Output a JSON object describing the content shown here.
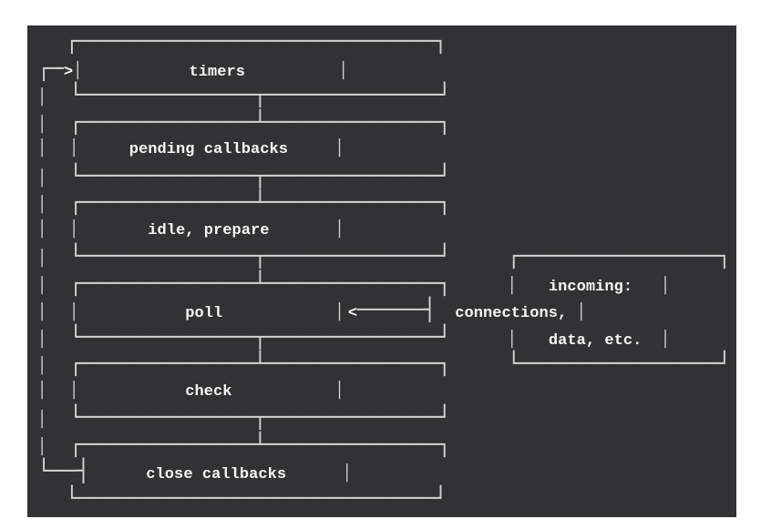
{
  "colors": {
    "page_background": "#ffffff",
    "panel_background": "#323234",
    "line_color": "#d2d2d0",
    "text_color": "#f7f7f5"
  },
  "diagram": {
    "description_labels": {
      "phase_1": "timers",
      "phase_2": "pending callbacks",
      "phase_3": "idle, prepare",
      "phase_4": "poll",
      "phase_5": "check",
      "phase_6": "close callbacks",
      "side_box_line_1": "incoming:",
      "side_box_line_2": "connections,",
      "side_box_line_3": "data, etc."
    },
    "lines": [
      [
        [
          "t",
          "   "
        ],
        [
          "b",
          "┌───────────────────────────┐"
        ]
      ],
      [
        [
          "b",
          "┌─"
        ],
        [
          "t",
          ">"
        ],
        [
          "v",
          "│"
        ],
        [
          "t",
          "           timers          "
        ],
        [
          "v",
          "│"
        ]
      ],
      [
        [
          "v",
          "│"
        ],
        [
          "t",
          "  "
        ],
        [
          "b",
          "└─────────────┬─────────────┘"
        ]
      ],
      [
        [
          "v",
          "│"
        ],
        [
          "t",
          "  "
        ],
        [
          "b",
          "┌─────────────┴─────────────┐"
        ]
      ],
      [
        [
          "v",
          "│"
        ],
        [
          "t",
          "  "
        ],
        [
          "v",
          "│"
        ],
        [
          "t",
          "     pending callbacks     "
        ],
        [
          "v",
          "│"
        ]
      ],
      [
        [
          "v",
          "│"
        ],
        [
          "t",
          "  "
        ],
        [
          "b",
          "└─────────────┬─────────────┘"
        ]
      ],
      [
        [
          "v",
          "│"
        ],
        [
          "t",
          "  "
        ],
        [
          "b",
          "┌─────────────┴─────────────┐"
        ]
      ],
      [
        [
          "v",
          "│"
        ],
        [
          "t",
          "  "
        ],
        [
          "v",
          "│"
        ],
        [
          "t",
          "       idle, prepare       "
        ],
        [
          "v",
          "│"
        ]
      ],
      [
        [
          "v",
          "│"
        ],
        [
          "t",
          "  "
        ],
        [
          "b",
          "└─────────────┬─────────────┘"
        ],
        [
          "t",
          "      "
        ],
        [
          "b",
          "┌───────────────┐"
        ]
      ],
      [
        [
          "v",
          "│"
        ],
        [
          "t",
          "  "
        ],
        [
          "b",
          "┌─────────────┴─────────────┐"
        ],
        [
          "t",
          "      "
        ],
        [
          "v",
          "│"
        ],
        [
          "t",
          "   incoming:   "
        ],
        [
          "v",
          "│"
        ]
      ],
      [
        [
          "v",
          "│"
        ],
        [
          "t",
          "  "
        ],
        [
          "v",
          "│"
        ],
        [
          "t",
          "           poll            "
        ],
        [
          "v",
          "│"
        ],
        [
          "t",
          "<"
        ],
        [
          "b",
          "─────┤"
        ],
        [
          "t",
          "  connections, "
        ],
        [
          "v",
          "│"
        ]
      ],
      [
        [
          "v",
          "│"
        ],
        [
          "t",
          "  "
        ],
        [
          "b",
          "└─────────────┬─────────────┘"
        ],
        [
          "t",
          "      "
        ],
        [
          "v",
          "│"
        ],
        [
          "t",
          "   data, etc.  "
        ],
        [
          "v",
          "│"
        ]
      ],
      [
        [
          "v",
          "│"
        ],
        [
          "t",
          "  "
        ],
        [
          "b",
          "┌─────────────┴─────────────┐"
        ],
        [
          "t",
          "      "
        ],
        [
          "b",
          "└───────────────┘"
        ]
      ],
      [
        [
          "v",
          "│"
        ],
        [
          "t",
          "  "
        ],
        [
          "v",
          "│"
        ],
        [
          "t",
          "           check           "
        ],
        [
          "v",
          "│"
        ]
      ],
      [
        [
          "v",
          "│"
        ],
        [
          "t",
          "  "
        ],
        [
          "b",
          "└─────────────┬─────────────┘"
        ]
      ],
      [
        [
          "v",
          "│"
        ],
        [
          "t",
          "  "
        ],
        [
          "b",
          "┌─────────────┴─────────────┐"
        ]
      ],
      [
        [
          "b",
          "└──┤"
        ],
        [
          "t",
          "      close callbacks      "
        ],
        [
          "v",
          "│"
        ]
      ],
      [
        [
          "t",
          "   "
        ],
        [
          "b",
          "└───────────────────────────┘"
        ]
      ]
    ]
  }
}
